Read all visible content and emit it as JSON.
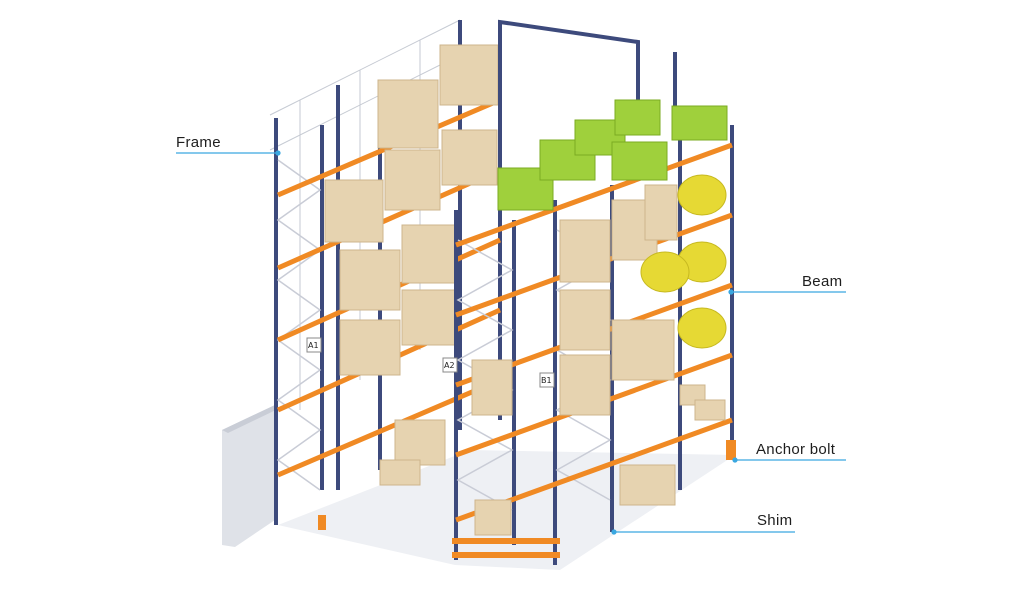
{
  "callouts": {
    "frame": "Frame",
    "beam": "Beam",
    "anchor_bolt": "Anchor bolt",
    "shim": "Shim"
  },
  "rack_tags": [
    "A1",
    "A2",
    "B1"
  ],
  "colors": {
    "upright": "#3d4a7c",
    "beam": "#f08a24",
    "box": "#e6d3b0",
    "crate": "#9fd03c",
    "drum": "#e6d934",
    "leader_line": "#3aa7e0"
  }
}
